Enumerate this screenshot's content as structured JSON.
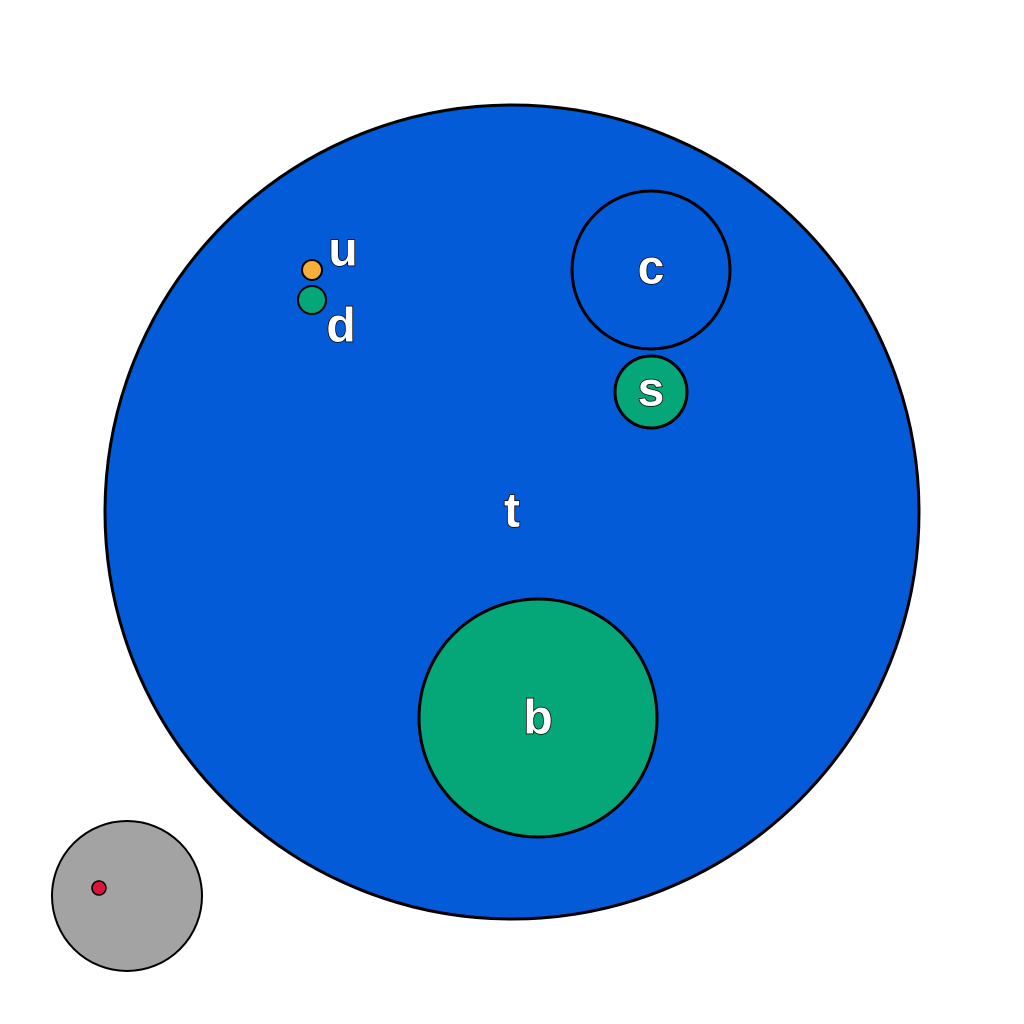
{
  "diagram": {
    "colors": {
      "blue": "#045bd8",
      "green": "#05a677",
      "orange": "#f5ad3c",
      "gray": "#a3a3a3",
      "red": "#dc143c",
      "outline": "#000000",
      "label": "#ffffff"
    },
    "circles": {
      "t": {
        "label": "t",
        "color": "blue"
      },
      "c": {
        "label": "c",
        "color": "blue"
      },
      "s": {
        "label": "s",
        "color": "green"
      },
      "b": {
        "label": "b",
        "color": "green"
      },
      "u": {
        "label": "u",
        "color": "orange"
      },
      "d": {
        "label": "d",
        "color": "green"
      },
      "gray": {
        "label": "",
        "color": "gray"
      },
      "red_dot": {
        "label": "",
        "color": "red"
      }
    }
  }
}
